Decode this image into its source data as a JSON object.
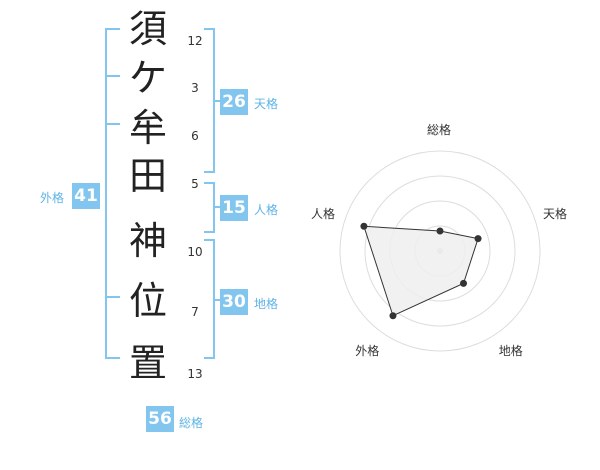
{
  "name": {
    "characters": [
      {
        "char": "須",
        "strokes": "12"
      },
      {
        "char": "ケ",
        "strokes": "3"
      },
      {
        "char": "牟",
        "strokes": "6"
      },
      {
        "char": "田",
        "strokes": "5"
      },
      {
        "char": "神",
        "strokes": "10"
      },
      {
        "char": "位",
        "strokes": "7"
      },
      {
        "char": "置",
        "strokes": "13"
      }
    ]
  },
  "fortunes": {
    "tenkaku": {
      "label": "天格",
      "value": "26"
    },
    "jinkaku": {
      "label": "人格",
      "value": "15"
    },
    "chikaku": {
      "label": "地格",
      "value": "30"
    },
    "gaikaku": {
      "label": "外格",
      "value": "41"
    },
    "soukaku": {
      "label": "総格",
      "value": "56"
    }
  },
  "colors": {
    "accent": "#82c6ef",
    "bracket": "#82c6ef",
    "radar_fill": "#eeeeee",
    "radar_line": "#333333"
  },
  "chart_data": {
    "type": "radar",
    "categories": [
      "総格",
      "天格",
      "地格",
      "外格",
      "人格"
    ],
    "values": [
      1,
      2,
      2,
      4,
      4
    ],
    "rmax": 5,
    "rings": 4
  }
}
